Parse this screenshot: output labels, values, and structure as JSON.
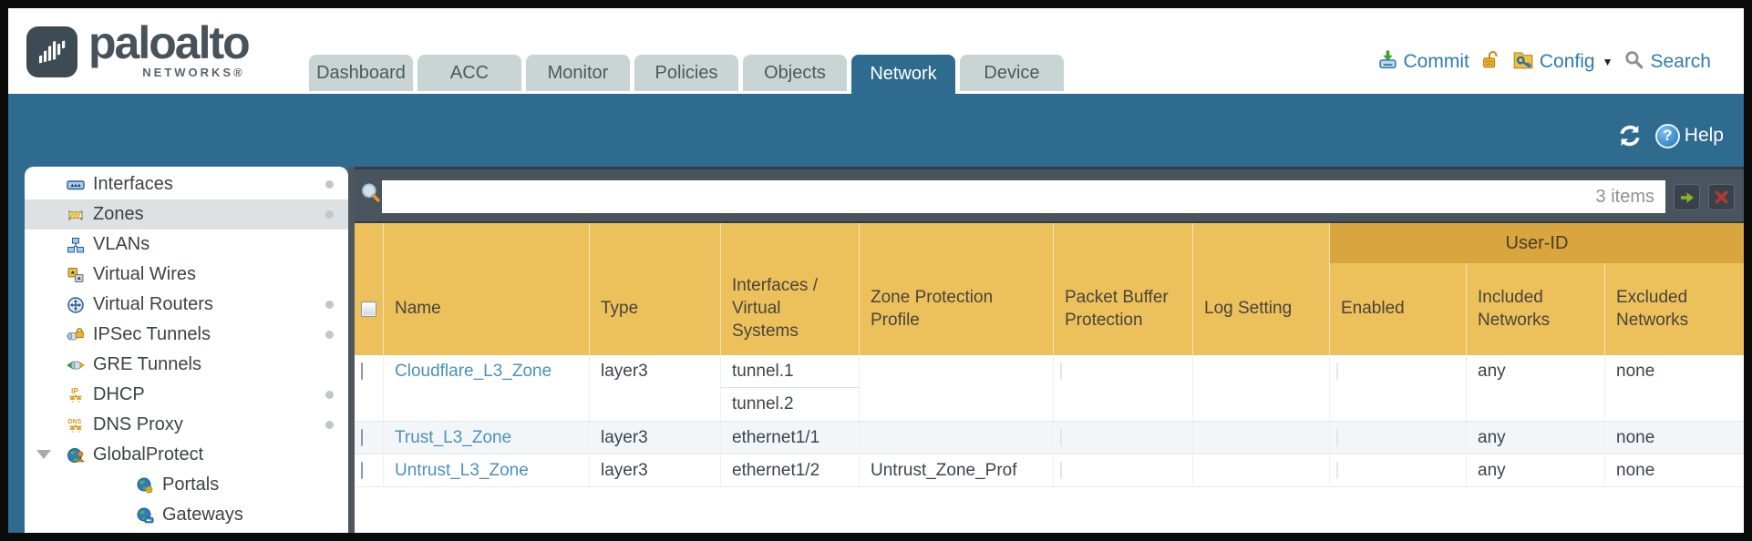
{
  "brand": {
    "name": "paloalto",
    "sub": "NETWORKS®"
  },
  "nav": {
    "tabs": [
      {
        "label": "Dashboard",
        "active": false
      },
      {
        "label": "ACC",
        "active": false
      },
      {
        "label": "Monitor",
        "active": false
      },
      {
        "label": "Policies",
        "active": false
      },
      {
        "label": "Objects",
        "active": false
      },
      {
        "label": "Network",
        "active": true
      },
      {
        "label": "Device",
        "active": false
      }
    ],
    "commit_label": "Commit",
    "config_label": "Config",
    "search_label": "Search"
  },
  "band": {
    "help_label": "Help"
  },
  "icons": {
    "help_glyph": "?",
    "caret_down": "▼"
  },
  "sidebar": {
    "items": [
      {
        "label": "Interfaces",
        "dot": true
      },
      {
        "label": "Zones",
        "dot": true,
        "selected": true
      },
      {
        "label": "VLANs",
        "dot": false
      },
      {
        "label": "Virtual Wires",
        "dot": false
      },
      {
        "label": "Virtual Routers",
        "dot": true
      },
      {
        "label": "IPSec Tunnels",
        "dot": true
      },
      {
        "label": "GRE Tunnels",
        "dot": false
      },
      {
        "label": "DHCP",
        "dot": true
      },
      {
        "label": "DNS Proxy",
        "dot": true
      },
      {
        "label": "GlobalProtect",
        "dot": false,
        "expanded": true
      },
      {
        "label": "Portals",
        "dot": false,
        "child": true
      },
      {
        "label": "Gateways",
        "dot": false,
        "child": true
      }
    ]
  },
  "filter": {
    "value": "",
    "count": "3 items"
  },
  "table": {
    "group_header": "User-ID",
    "columns": [
      {
        "label": "Name"
      },
      {
        "label": "Type"
      },
      {
        "label": "Interfaces / Virtual Systems"
      },
      {
        "label": "Zone Protection Profile"
      },
      {
        "label": "Packet Buffer Protection"
      },
      {
        "label": "Log Setting"
      },
      {
        "label": "Enabled"
      },
      {
        "label": "Included Networks"
      },
      {
        "label": "Excluded Networks"
      }
    ],
    "rows": [
      {
        "name": "Cloudflare_L3_Zone",
        "type": "layer3",
        "interfaces": [
          "tunnel.1",
          "tunnel.2"
        ],
        "zone_protection_profile": "",
        "log_setting": "",
        "included_networks": "any",
        "excluded_networks": "none"
      },
      {
        "name": "Trust_L3_Zone",
        "type": "layer3",
        "interfaces": [
          "ethernet1/1"
        ],
        "zone_protection_profile": "",
        "log_setting": "",
        "included_networks": "any",
        "excluded_networks": "none"
      },
      {
        "name": "Untrust_L3_Zone",
        "type": "layer3",
        "interfaces": [
          "ethernet1/2"
        ],
        "zone_protection_profile": "Untrust_Zone_Prof",
        "log_setting": "",
        "included_networks": "any",
        "excluded_networks": "none"
      }
    ]
  }
}
